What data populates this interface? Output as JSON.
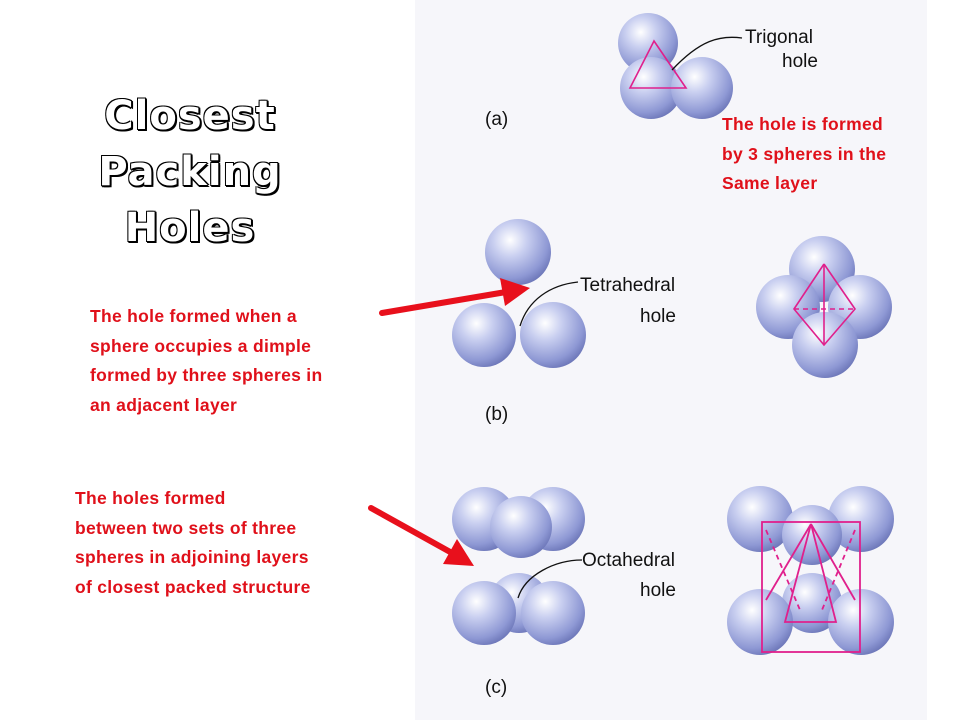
{
  "title": {
    "lines": [
      "Closest",
      "Packing",
      "Holes"
    ]
  },
  "annotations": {
    "trigonal": [
      "The hole is formed",
      "by 3 spheres in the",
      "Same layer"
    ],
    "tetrahedral": [
      "The hole formed when a",
      "sphere occupies a dimple",
      "formed by three spheres in",
      "an adjacent  layer"
    ],
    "octahedral": [
      "The holes formed",
      "between  two sets of three",
      "spheres in adjoining layers",
      "of closest packed structure"
    ]
  },
  "figure": {
    "panel_a": {
      "tag": "(a)",
      "label_line1": "Trigonal",
      "label_line2": "hole"
    },
    "panel_b": {
      "tag": "(b)",
      "label_line1": "Tetrahedral",
      "label_line2": "hole"
    },
    "panel_c": {
      "tag": "(c)",
      "label_line1": "Octahedral",
      "label_line2": "hole"
    }
  },
  "colors": {
    "annotation_text": "#e0101a",
    "arrow": "#e8101c",
    "hole_outline": "#e0208c",
    "sphere": "#9aa4dc"
  }
}
